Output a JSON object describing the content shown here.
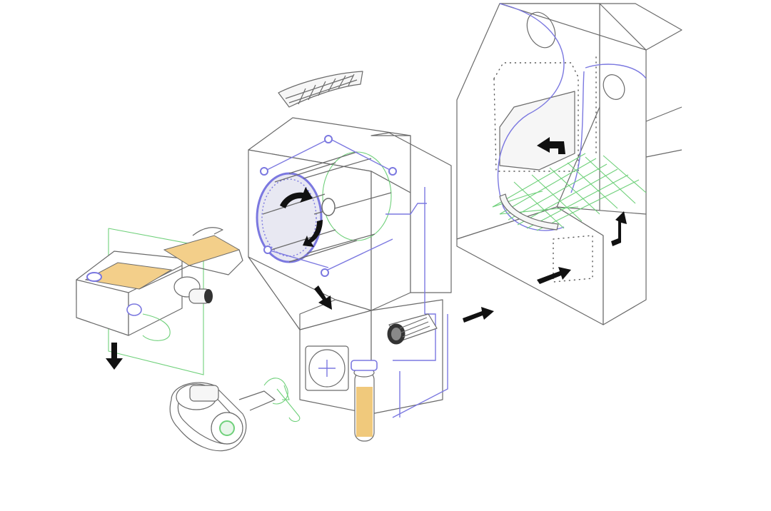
{
  "colors": {
    "outline": "#6a6a6a",
    "blue_piping": "#7b78e0",
    "green_frames": "#6fd07a",
    "belt_fill": "#f3cf8a",
    "cartridge_fill": "#f0c97c",
    "arrow": "#111111"
  },
  "components": [
    {
      "id": "feed-conveyor",
      "icon": "conveyor-belt"
    },
    {
      "id": "screen-cover",
      "icon": "curved-grille"
    },
    {
      "id": "rotary-drum-screen",
      "icon": "drum-screen"
    },
    {
      "id": "hopper",
      "icon": "hopper-box"
    },
    {
      "id": "fan-inspection-port",
      "icon": "round-hatch"
    },
    {
      "id": "filter-cartridge",
      "icon": "cylinder"
    },
    {
      "id": "blower-motor",
      "icon": "motor"
    },
    {
      "id": "belt-drive",
      "icon": "v-belt-pulleys"
    },
    {
      "id": "propeller-shaft",
      "icon": "propeller"
    },
    {
      "id": "treatment-chamber",
      "icon": "chamber-box"
    },
    {
      "id": "grate-bars",
      "icon": "grate"
    }
  ],
  "flow_arrows": [
    {
      "id": "arrow-conveyor-down",
      "direction": "down"
    },
    {
      "id": "arrow-drum-rotation-1",
      "direction": "curved-clockwise"
    },
    {
      "id": "arrow-drum-rotation-2",
      "direction": "curved-clockwise"
    },
    {
      "id": "arrow-hopper-down",
      "direction": "down-right"
    },
    {
      "id": "arrow-to-chamber",
      "direction": "right"
    },
    {
      "id": "arrow-chamber-inlet",
      "direction": "up-right"
    },
    {
      "id": "arrow-chamber-up",
      "direction": "up"
    },
    {
      "id": "arrow-chamber-return",
      "direction": "left"
    }
  ]
}
